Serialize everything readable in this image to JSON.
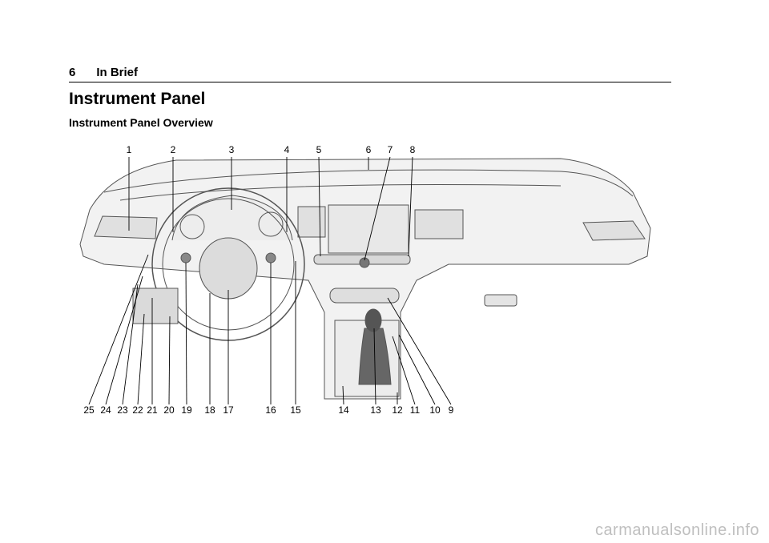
{
  "header": {
    "page_number": "6",
    "section": "In Brief"
  },
  "title": "Instrument Panel",
  "subtitle": "Instrument Panel Overview",
  "figure": {
    "callouts_top": [
      "1",
      "2",
      "3",
      "4",
      "5",
      "6",
      "7",
      "8"
    ],
    "callouts_bottom": [
      "25",
      "24",
      "23",
      "22",
      "21",
      "20",
      "19",
      "18",
      "17",
      "16",
      "15",
      "14",
      "13",
      "12",
      "11",
      "10",
      "9"
    ]
  },
  "watermark": "carmanualsonline.info"
}
